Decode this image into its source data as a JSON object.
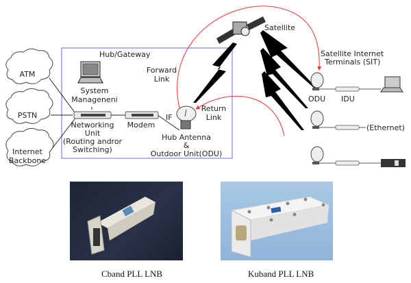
{
  "diagram": {
    "clouds": [
      {
        "id": "atm",
        "label": "ATM"
      },
      {
        "id": "pstn",
        "label": "PSTN"
      },
      {
        "id": "internet",
        "label_lines": [
          "Internet",
          "Backbone"
        ]
      }
    ],
    "hub": {
      "title": "Hub/Gateway",
      "system_management": [
        "System",
        "Manageneni"
      ],
      "networking_unit": [
        "Networking",
        "Unit",
        "(Routing andror",
        "Switching)"
      ],
      "modem": "Modem",
      "if_label": "IF",
      "hub_antenna": [
        "Hub Antenna",
        "&",
        "Outdoor Unit(ODU)"
      ]
    },
    "links": {
      "forward": [
        "Forward",
        "Link"
      ],
      "return": [
        "Return",
        "Link"
      ]
    },
    "satellite": "Satellite",
    "sit": [
      "Satellite Internet",
      "Terminals (SIT)"
    ],
    "terminal_labels": {
      "odu": "ODU",
      "idu": "IDU",
      "ethernet": "(Ethernet)"
    },
    "colors": {
      "hub_box": "#8080ff",
      "link_arc": "#ff3030",
      "line": "#222222"
    }
  },
  "photos": [
    {
      "name": "cband-lnb",
      "caption": "Cband PLL LNB"
    },
    {
      "name": "kuband-lnb",
      "caption": "Kuband PLL LNB"
    }
  ]
}
